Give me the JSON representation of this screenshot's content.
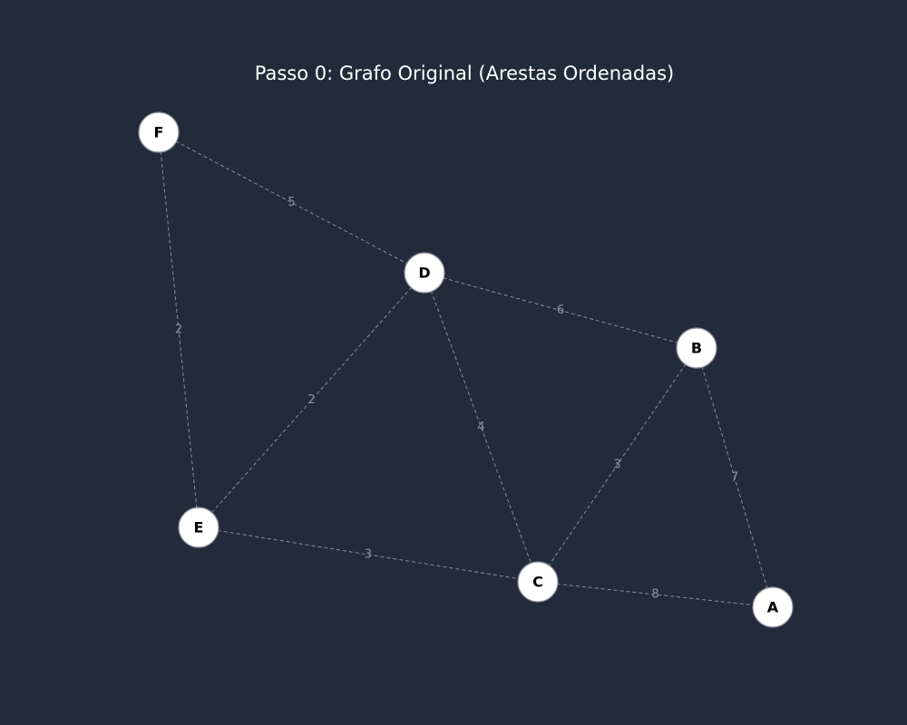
{
  "title": "Passo 0: Grafo Original (Arestas Ordenadas)",
  "colors": {
    "background": "#212b3a",
    "node_fill": "#ffffff",
    "node_text": "#000000",
    "edge_color": "#8a8f99",
    "title_color": "#ffffff"
  },
  "graph": {
    "nodes": [
      {
        "id": "F",
        "label": "F"
      },
      {
        "id": "D",
        "label": "D"
      },
      {
        "id": "B",
        "label": "B"
      },
      {
        "id": "E",
        "label": "E"
      },
      {
        "id": "C",
        "label": "C"
      },
      {
        "id": "A",
        "label": "A"
      }
    ],
    "edges": [
      {
        "from": "F",
        "to": "E",
        "weight": "2"
      },
      {
        "from": "D",
        "to": "E",
        "weight": "2"
      },
      {
        "from": "E",
        "to": "C",
        "weight": "3"
      },
      {
        "from": "B",
        "to": "C",
        "weight": "3"
      },
      {
        "from": "D",
        "to": "C",
        "weight": "4"
      },
      {
        "from": "F",
        "to": "D",
        "weight": "5"
      },
      {
        "from": "D",
        "to": "B",
        "weight": "6"
      },
      {
        "from": "B",
        "to": "A",
        "weight": "7"
      },
      {
        "from": "C",
        "to": "A",
        "weight": "8"
      }
    ]
  }
}
